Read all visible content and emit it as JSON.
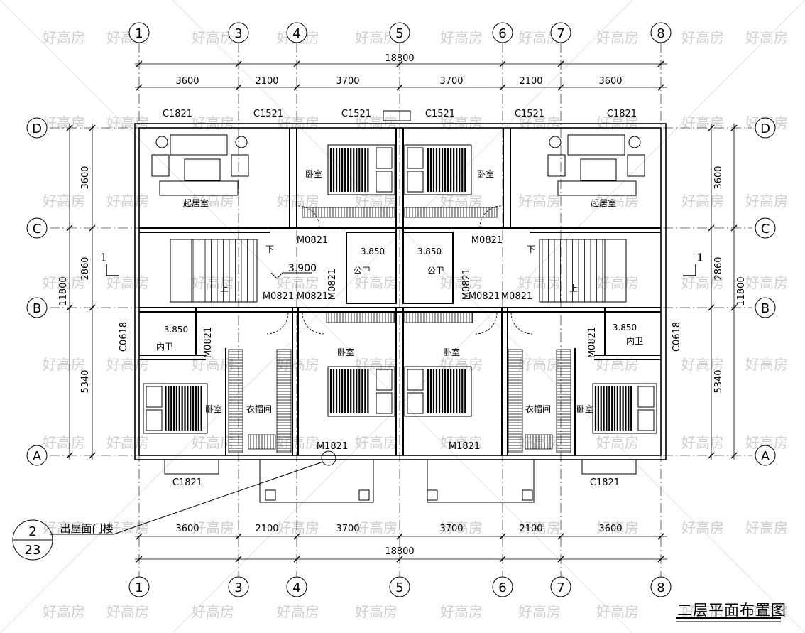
{
  "drawing_title": "二层平面布置图",
  "watermark": "好高房",
  "top_axes": [
    "1",
    "3",
    "4",
    "5",
    "6",
    "7",
    "8"
  ],
  "row_axes": [
    "D",
    "C",
    "B",
    "A"
  ],
  "total_dim": "18800",
  "span_dims": [
    "3600",
    "2100",
    "3700",
    "3700",
    "2100",
    "3600"
  ],
  "left_dims": [
    "3600",
    "2860",
    "5340"
  ],
  "right_dims": [
    "3600",
    "2860",
    "5340"
  ],
  "overall_depth": "11800",
  "windows": {
    "c1821": "C1821",
    "c1521": "C1521",
    "c0618": "C0618"
  },
  "doors": {
    "m0821": "M0821",
    "m1821": "M1821"
  },
  "rooms": {
    "living": "起居室",
    "bedroom": "卧室",
    "public_wc": "公卫",
    "inner_wc": "内卫",
    "wardrobe": "衣帽间",
    "down": "下",
    "up": "上"
  },
  "levels": {
    "wc_level": "3.850",
    "stair_level": "3.900"
  },
  "section_mark": "1",
  "detail_ref": {
    "number": "2",
    "sheet": "23",
    "label": "出屋面门楼"
  },
  "colors": {
    "line": "#000000",
    "watermark": "#cfcfcf",
    "background": "#ffffff"
  }
}
